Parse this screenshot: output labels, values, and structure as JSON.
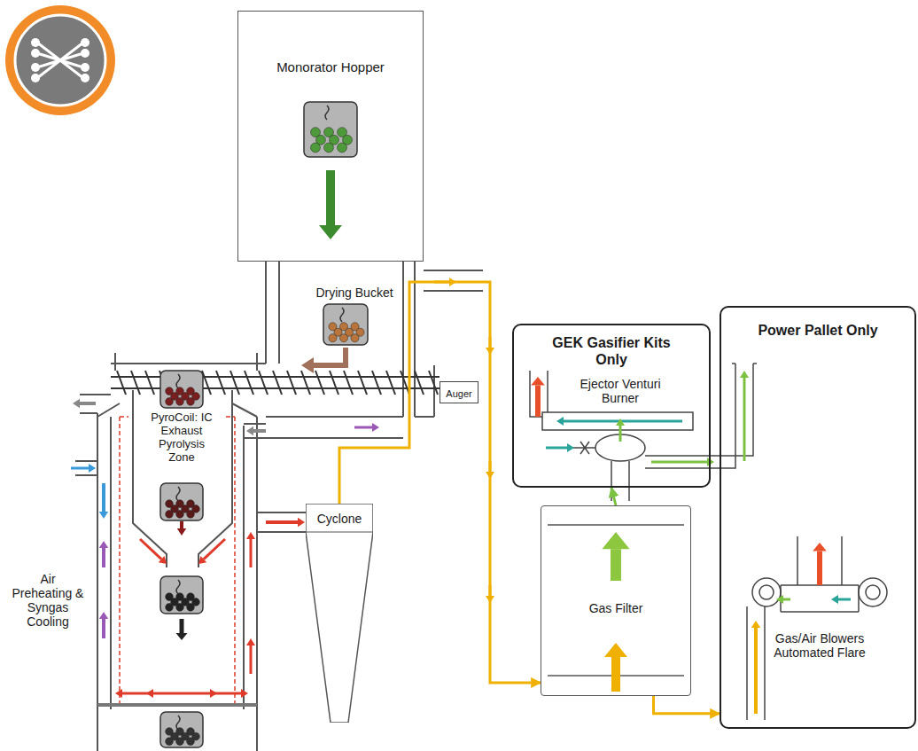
{
  "diagram": {
    "nodes": [
      {
        "text": [
          "Monorator Hopper"
        ]
      },
      {
        "text": [
          "Auger"
        ]
      },
      {
        "text": [
          "Cyclone"
        ]
      },
      {
        "text": [
          "GEK Gasifier Kits Only"
        ]
      },
      {
        "text": [
          "Power Pallet Only"
        ]
      },
      {
        "text": [
          "Gas Filter"
        ]
      }
    ],
    "edges": [
      {
        "from": 2,
        "to": 5,
        "arrow": "to"
      },
      {
        "from": 5,
        "to": 3,
        "arrow": "to"
      },
      {
        "from": 5,
        "to": 4,
        "arrow": "to"
      }
    ],
    "labels": [
      "Drying Bucket",
      "PyroCoil: IC Exhaust Pyrolysis Zone",
      "Air Preheating & Syngas Cooling",
      "Ejector Venturi Burner",
      "Gas/Air Blowers Automated Flare"
    ]
  }
}
